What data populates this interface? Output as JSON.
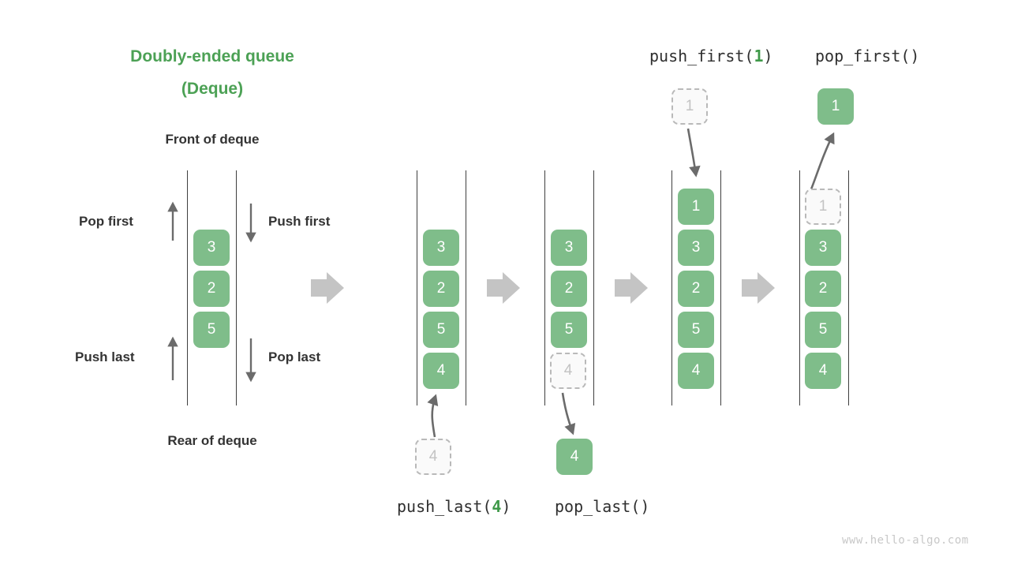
{
  "title": {
    "line1": "Doubly-ended queue",
    "line2": "(Deque)",
    "color": "#4ca155"
  },
  "labels": {
    "front": "Front of deque",
    "rear": "Rear of deque",
    "pop_first": "Pop first",
    "push_first": "Push first",
    "push_last": "Push last",
    "pop_last": "Pop last"
  },
  "operations": {
    "push_last": {
      "name": "push_last(",
      "arg": "4",
      "close": ")"
    },
    "pop_last": {
      "name": "pop_last()",
      "arg": "",
      "close": ""
    },
    "push_first": {
      "name": "push_first(",
      "arg": "1",
      "close": ")"
    },
    "pop_first": {
      "name": "pop_first()",
      "arg": "",
      "close": ""
    }
  },
  "colors": {
    "cell_fill": "#7fbd8a",
    "cell_text": "#ffffff",
    "ghost_fill": "#fafafa",
    "ghost_border": "#b9b9b9",
    "ghost_text": "#c3c3c3",
    "rail": "#3f3f3f",
    "arrow_gray": "#c4c4c4",
    "arrow_dark": "#6b6b6b",
    "text": "#333333",
    "accent_green": "#4ca155"
  },
  "stages": [
    {
      "id": "initial-deque",
      "cells": [
        {
          "value": "3",
          "state": "solid"
        },
        {
          "value": "2",
          "state": "solid"
        },
        {
          "value": "5",
          "state": "solid"
        }
      ]
    },
    {
      "id": "after-push-last-input",
      "cells": [
        {
          "value": "3",
          "state": "solid"
        },
        {
          "value": "2",
          "state": "solid"
        },
        {
          "value": "5",
          "state": "solid"
        },
        {
          "value": "4",
          "state": "solid"
        }
      ],
      "external_cell": {
        "value": "4",
        "state": "ghost"
      }
    },
    {
      "id": "after-pop-last",
      "cells": [
        {
          "value": "3",
          "state": "solid"
        },
        {
          "value": "2",
          "state": "solid"
        },
        {
          "value": "5",
          "state": "solid"
        },
        {
          "value": "4",
          "state": "ghost"
        }
      ],
      "external_cell": {
        "value": "4",
        "state": "solid"
      }
    },
    {
      "id": "after-push-first",
      "cells": [
        {
          "value": "1",
          "state": "solid"
        },
        {
          "value": "3",
          "state": "solid"
        },
        {
          "value": "2",
          "state": "solid"
        },
        {
          "value": "5",
          "state": "solid"
        },
        {
          "value": "4",
          "state": "solid"
        }
      ],
      "external_cell": {
        "value": "1",
        "state": "ghost"
      }
    },
    {
      "id": "after-pop-first",
      "cells": [
        {
          "value": "1",
          "state": "ghost"
        },
        {
          "value": "3",
          "state": "solid"
        },
        {
          "value": "2",
          "state": "solid"
        },
        {
          "value": "5",
          "state": "solid"
        },
        {
          "value": "4",
          "state": "solid"
        }
      ],
      "external_cell": {
        "value": "1",
        "state": "solid"
      }
    }
  ],
  "watermark": "www.hello-algo.com"
}
